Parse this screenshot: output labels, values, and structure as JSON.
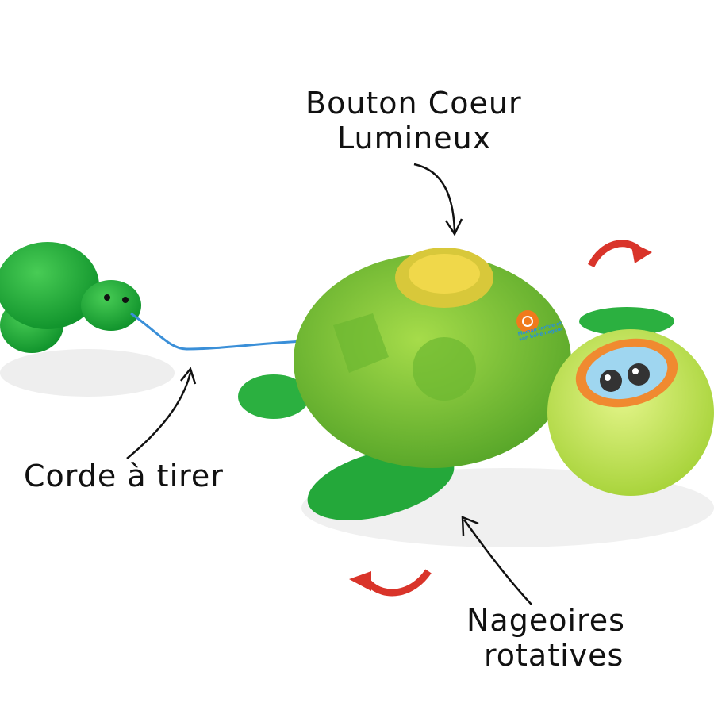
{
  "labels": {
    "heart_button": [
      "Bouton Coeur",
      "Lumineux"
    ],
    "pull_cord": "Corde à tirer",
    "flippers": [
      "Nageoires",
      "rotatives"
    ]
  },
  "product_lettering": "Maman tortue et son bébé nageur",
  "colors": {
    "shell_green": "#7cc433",
    "baby_green": "#1fae3c",
    "head_lime": "#c8e85a",
    "arrow_red": "#d9342a",
    "cord_blue": "#3a8fd8",
    "button_orange": "#f07a1c"
  }
}
